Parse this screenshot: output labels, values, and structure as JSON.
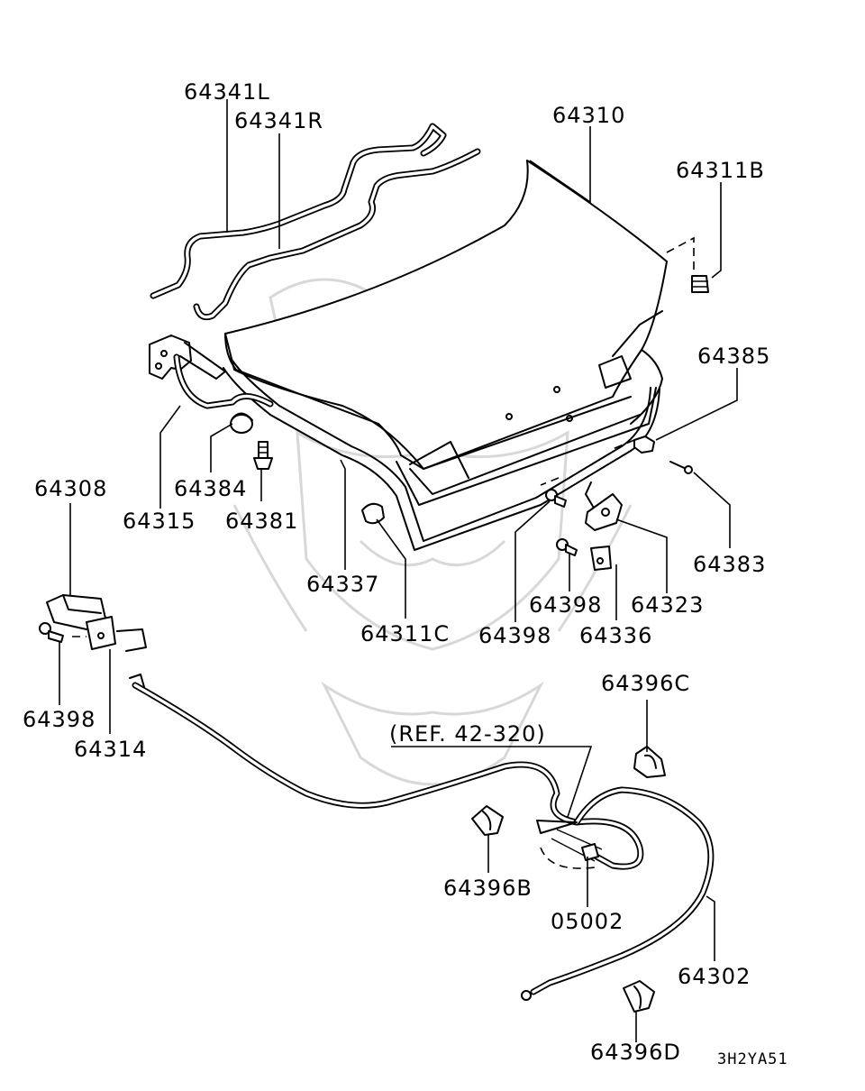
{
  "labels": {
    "p64341L": "64341L",
    "p64341R": "64341R",
    "p64310": "64310",
    "p64311B": "64311B",
    "p64385": "64385",
    "p64308": "64308",
    "p64384": "64384",
    "p64315": "64315",
    "p64381": "64381",
    "p64337": "64337",
    "p64383": "64383",
    "p64398_right": "64398",
    "p64323": "64323",
    "p64311C": "64311C",
    "p64398_mid": "64398",
    "p64336": "64336",
    "p64398_left": "64398",
    "p64314": "64314",
    "p64396C": "64396C",
    "ref": "(REF. 42-320)",
    "p64396B": "64396B",
    "p05002": "05002",
    "p64302": "64302",
    "p64396D": "64396D"
  },
  "figure_code": "3H2YA51"
}
